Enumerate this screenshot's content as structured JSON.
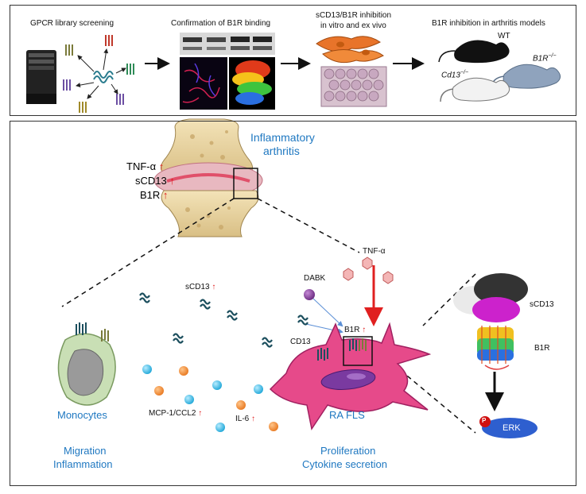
{
  "colors": {
    "accent_blue": "#1f78c1",
    "up_arrow": "#e02020",
    "fls_pink": "#e64a8a",
    "monocyte_green": "#c9dfb5"
  },
  "top_panel": {
    "step1": "GPCR library screening",
    "step2": "Confirmation of B1R binding",
    "step3_line1": "sCD13/B1R inhibition",
    "step3_line2": "in vitro and ex vivo",
    "step4": "B1R inhibition in arthritis models",
    "mouse_wt": "WT",
    "mouse_b1r": "B1R",
    "mouse_b1r_sup": "−/−",
    "mouse_cd13": "Cd13",
    "mouse_cd13_sup": "−/−"
  },
  "bottom_panel": {
    "joint_title_1": "Inflammatory",
    "joint_title_2": "arthritis",
    "markers": [
      {
        "name": "TNF-α",
        "arrow": "↑"
      },
      {
        "name": "sCD13",
        "arrow": "↑"
      },
      {
        "name": "B1R",
        "arrow": "↑"
      }
    ],
    "tnf_label": "TNF-α",
    "dabk_label": "DABK",
    "scd13_label": "sCD13",
    "scd13_arrow": "↑",
    "cd13_label": "CD13",
    "b1r_label": "B1R",
    "b1r_arrow": "↑",
    "monocytes_label": "Monocytes",
    "mcp_label": "MCP-1/CCL2",
    "mcp_arrow": "↑",
    "il6_label": "IL-6",
    "il6_arrow": "↑",
    "fls_label": "RA FLS",
    "struct_scd13": "sCD13",
    "struct_b1r": "B1R",
    "erk_label": "ERK",
    "p_label": "P",
    "outcome_left_1": "Migration",
    "outcome_left_2": "Inflammation",
    "outcome_right_1": "Proliferation",
    "outcome_right_2": "Cytokine secretion"
  }
}
